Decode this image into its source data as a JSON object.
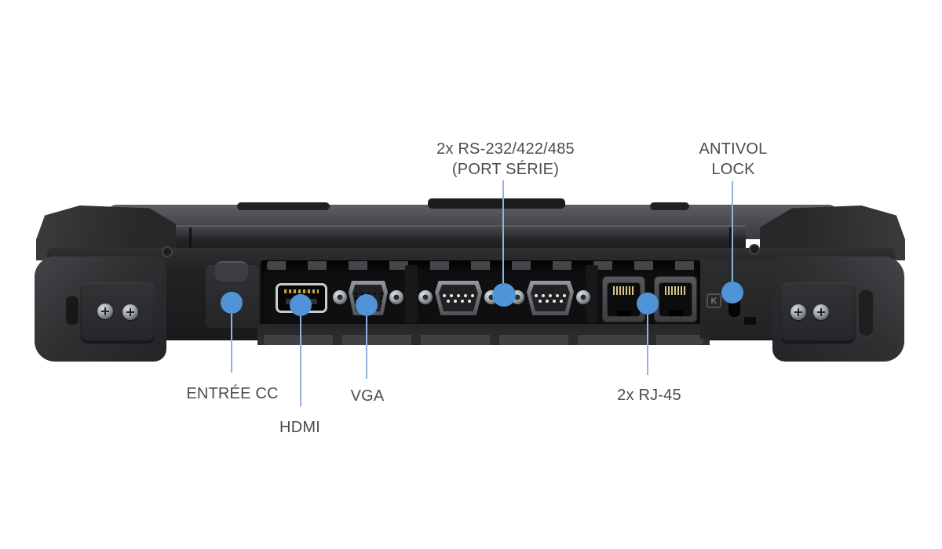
{
  "colors": {
    "background": "#ffffff",
    "callout_dot": "#5093d8",
    "callout_line": "#8fb4dc",
    "label_text": "#4c4c4c"
  },
  "callouts": {
    "serial": {
      "label": "2x RS-232/422/485\n(PORT SÉRIE)"
    },
    "antivol": {
      "label": "ANTIVOL\nLOCK"
    },
    "dc_in": {
      "label": "ENTRÉE CC"
    },
    "hdmi": {
      "label": "HDMI"
    },
    "vga": {
      "label": "VGA"
    },
    "rj45": {
      "label": "2x RJ-45"
    }
  },
  "badges": {
    "kensington": "K"
  }
}
